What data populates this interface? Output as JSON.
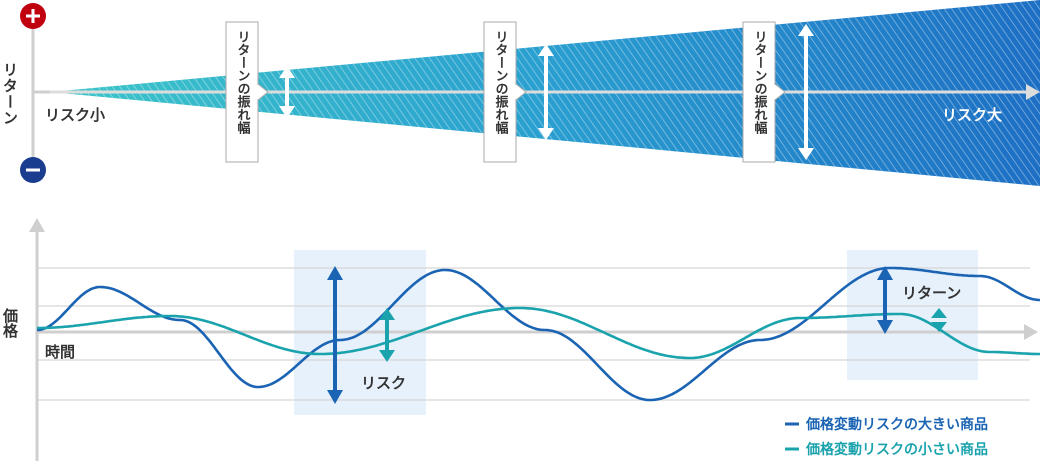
{
  "top_diagram": {
    "axis_label": "リターン",
    "plus_symbol": "+",
    "minus_symbol": "−",
    "risk_small_label": "リスク小",
    "risk_large_label": "リスク大",
    "callout_label": "リターンの振れ幅",
    "callouts": [
      "リターンの振れ幅",
      "リターンの振れ幅",
      "リターンの振れ幅"
    ],
    "colors": {
      "plus": "#c0000f",
      "minus": "#1a3d8f",
      "cone_start": "#36c1c8",
      "cone_end": "#1e73c8",
      "axis": "#cfcfcf"
    }
  },
  "bottom_chart": {
    "y_axis_label": "価格",
    "x_axis_label": "時間",
    "risk_annotation": "リスク",
    "return_annotation": "リターン",
    "legend": [
      {
        "label": "価格変動リスクの大きい商品",
        "color": "#1b64b4"
      },
      {
        "label": "価格変動リスクの小さい商品",
        "color": "#1aa3ad"
      }
    ],
    "highlight_color": "#e6f1fb"
  },
  "chart_data": {
    "type": "line",
    "title": "",
    "xlabel": "時間",
    "ylabel": "価格",
    "series": [
      {
        "name": "価格変動リスクの大きい商品",
        "shape": "large-amplitude sine wave"
      },
      {
        "name": "価格変動リスクの小さい商品",
        "shape": "small-amplitude sine wave"
      }
    ],
    "grid": true,
    "legend_position": "bottom-right"
  }
}
